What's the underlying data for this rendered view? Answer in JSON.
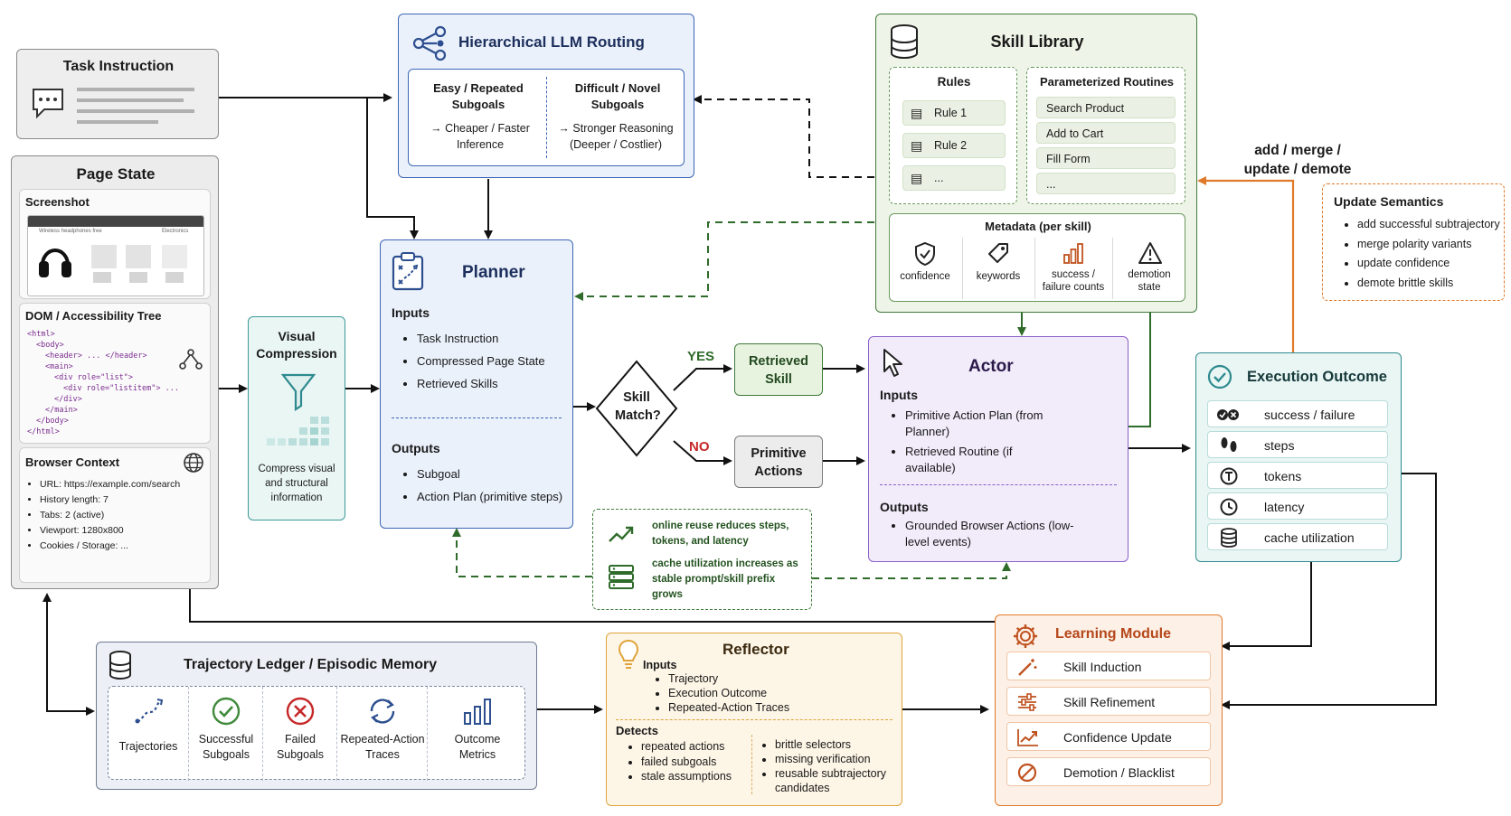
{
  "task": {
    "title": "Task Instruction"
  },
  "page_state": {
    "title": "Page State",
    "screenshot": {
      "label": "Screenshot",
      "mock_title": "Wireless headphones free",
      "mock_tab": "Electronics"
    },
    "dom": {
      "label": "DOM / Accessibility Tree",
      "lines": [
        "<html>",
        "<body>",
        "<header> ... </header>",
        "<main>",
        "<div role=\"list\">",
        "<div role=\"listitem\"> ...",
        "</div>",
        "</main>",
        "</body>",
        "</html>"
      ]
    },
    "browser": {
      "label": "Browser Context",
      "items": [
        "URL: https://example.com/search",
        "History length: 7",
        "Tabs: 2 (active)",
        "Viewport: 1280x800",
        "Cookies / Storage: ..."
      ]
    }
  },
  "visual_compression": {
    "title": "Visual Compression",
    "caption": "Compress visual and structural information"
  },
  "routing": {
    "title": "Hierarchical LLM Routing",
    "left_title": "Easy / Repeated Subgoals",
    "left_sub": "→ Cheaper / Faster Inference",
    "right_title": "Difficult / Novel Subgoals",
    "right_sub": "→ Stronger Reasoning (Deeper / Costlier)"
  },
  "planner": {
    "title": "Planner",
    "inputs_label": "Inputs",
    "inputs": [
      "Task Instruction",
      "Compressed Page State",
      "Retrieved Skills"
    ],
    "outputs_label": "Outputs",
    "outputs": [
      "Subgoal",
      "Action Plan (primitive steps)"
    ]
  },
  "skill_match": {
    "label": "Skill Match?",
    "yes": "YES",
    "no": "NO"
  },
  "retrieved_skill": {
    "label": "Retrieved Skill"
  },
  "primitive_actions": {
    "label": "Primitive Actions"
  },
  "actor": {
    "title": "Actor",
    "inputs_label": "Inputs",
    "inputs": [
      "Primitive Action Plan (from Planner)",
      "Retrieved Routine (if available)"
    ],
    "outputs_label": "Outputs",
    "outputs": [
      "Grounded Browser Actions (low-level events)"
    ]
  },
  "skill_library": {
    "title": "Skill Library",
    "rules_title": "Rules",
    "rules": [
      "Rule 1",
      "Rule 2",
      "..."
    ],
    "routines_title": "Parameterized Routines",
    "routines": [
      "Search Product",
      "Add to Cart",
      "Fill Form",
      "..."
    ],
    "metadata_title": "Metadata (per skill)",
    "metadata": [
      {
        "label": "confidence",
        "icon": "shield-check-icon"
      },
      {
        "label": "keywords",
        "icon": "tag-icon"
      },
      {
        "label": "success / failure counts",
        "icon": "bar-chart-icon"
      },
      {
        "label": "demotion state",
        "icon": "warning-icon"
      }
    ]
  },
  "update_label": "add / merge / update / demote",
  "update_semantics": {
    "title": "Update Semantics",
    "items": [
      "add successful subtrajectory",
      "merge polarity variants",
      "update confidence",
      "demote brittle skills"
    ]
  },
  "execution_outcome": {
    "title": "Execution Outcome",
    "items": [
      "success / failure",
      "steps",
      "tokens",
      "latency",
      "cache utilization"
    ]
  },
  "callout": {
    "line1": "online reuse reduces steps, tokens, and latency",
    "line2": "cache utilization increases as stable prompt/skill prefix grows"
  },
  "ledger": {
    "title": "Trajectory Ledger / Episodic Memory",
    "items": [
      "Trajectories",
      "Successful Subgoals",
      "Failed Subgoals",
      "Repeated-Action Traces",
      "Outcome Metrics"
    ]
  },
  "reflector": {
    "title": "Reflector",
    "inputs_label": "Inputs",
    "inputs": [
      "Trajectory",
      "Execution Outcome",
      "Repeated-Action Traces"
    ],
    "detects_label": "Detects",
    "detects_left": [
      "repeated actions",
      "failed subgoals",
      "stale assumptions"
    ],
    "detects_right": [
      "brittle selectors",
      "missing verification",
      "reusable subtrajectory candidates"
    ]
  },
  "learning": {
    "title": "Learning Module",
    "items": [
      "Skill Induction",
      "Skill Refinement",
      "Confidence Update",
      "Demotion / Blacklist"
    ]
  },
  "colors": {
    "blue": "#3c66b5",
    "green": "#3f7a3a",
    "purple": "#8a5fc7",
    "teal": "#2f8a8f",
    "orange": "#e07a2a",
    "gray": "#7a7a7a"
  }
}
